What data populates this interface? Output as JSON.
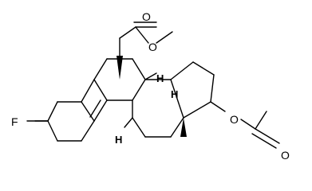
{
  "molecule": {
    "labels": {
      "fluorine": "F",
      "ester_carbonyl_oxygen": "O",
      "ester_ether_oxygen": "O",
      "acetoxy_ether_oxygen": "O",
      "acetoxy_carbonyl_oxygen": "O",
      "hydrogen_c8": "H",
      "hydrogen_c9": "H",
      "hydrogen_c5": "H"
    },
    "colors": {
      "bond": "#000000",
      "text": "#000000",
      "background": "#ffffff"
    }
  }
}
